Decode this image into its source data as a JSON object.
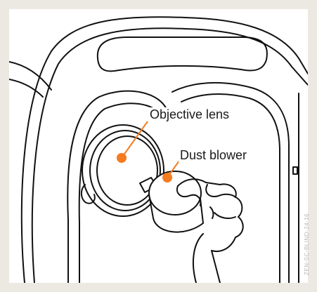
{
  "labels": {
    "objective_lens": "Objective lens",
    "dust_blower": "Dust blower"
  },
  "side_code": "ZEN-SC-BLIND-24-16",
  "colors": {
    "frame_background": "#ece9e2",
    "panel_background": "#ffffff",
    "line_art": "#111111",
    "callout_accent": "#f47b20"
  }
}
